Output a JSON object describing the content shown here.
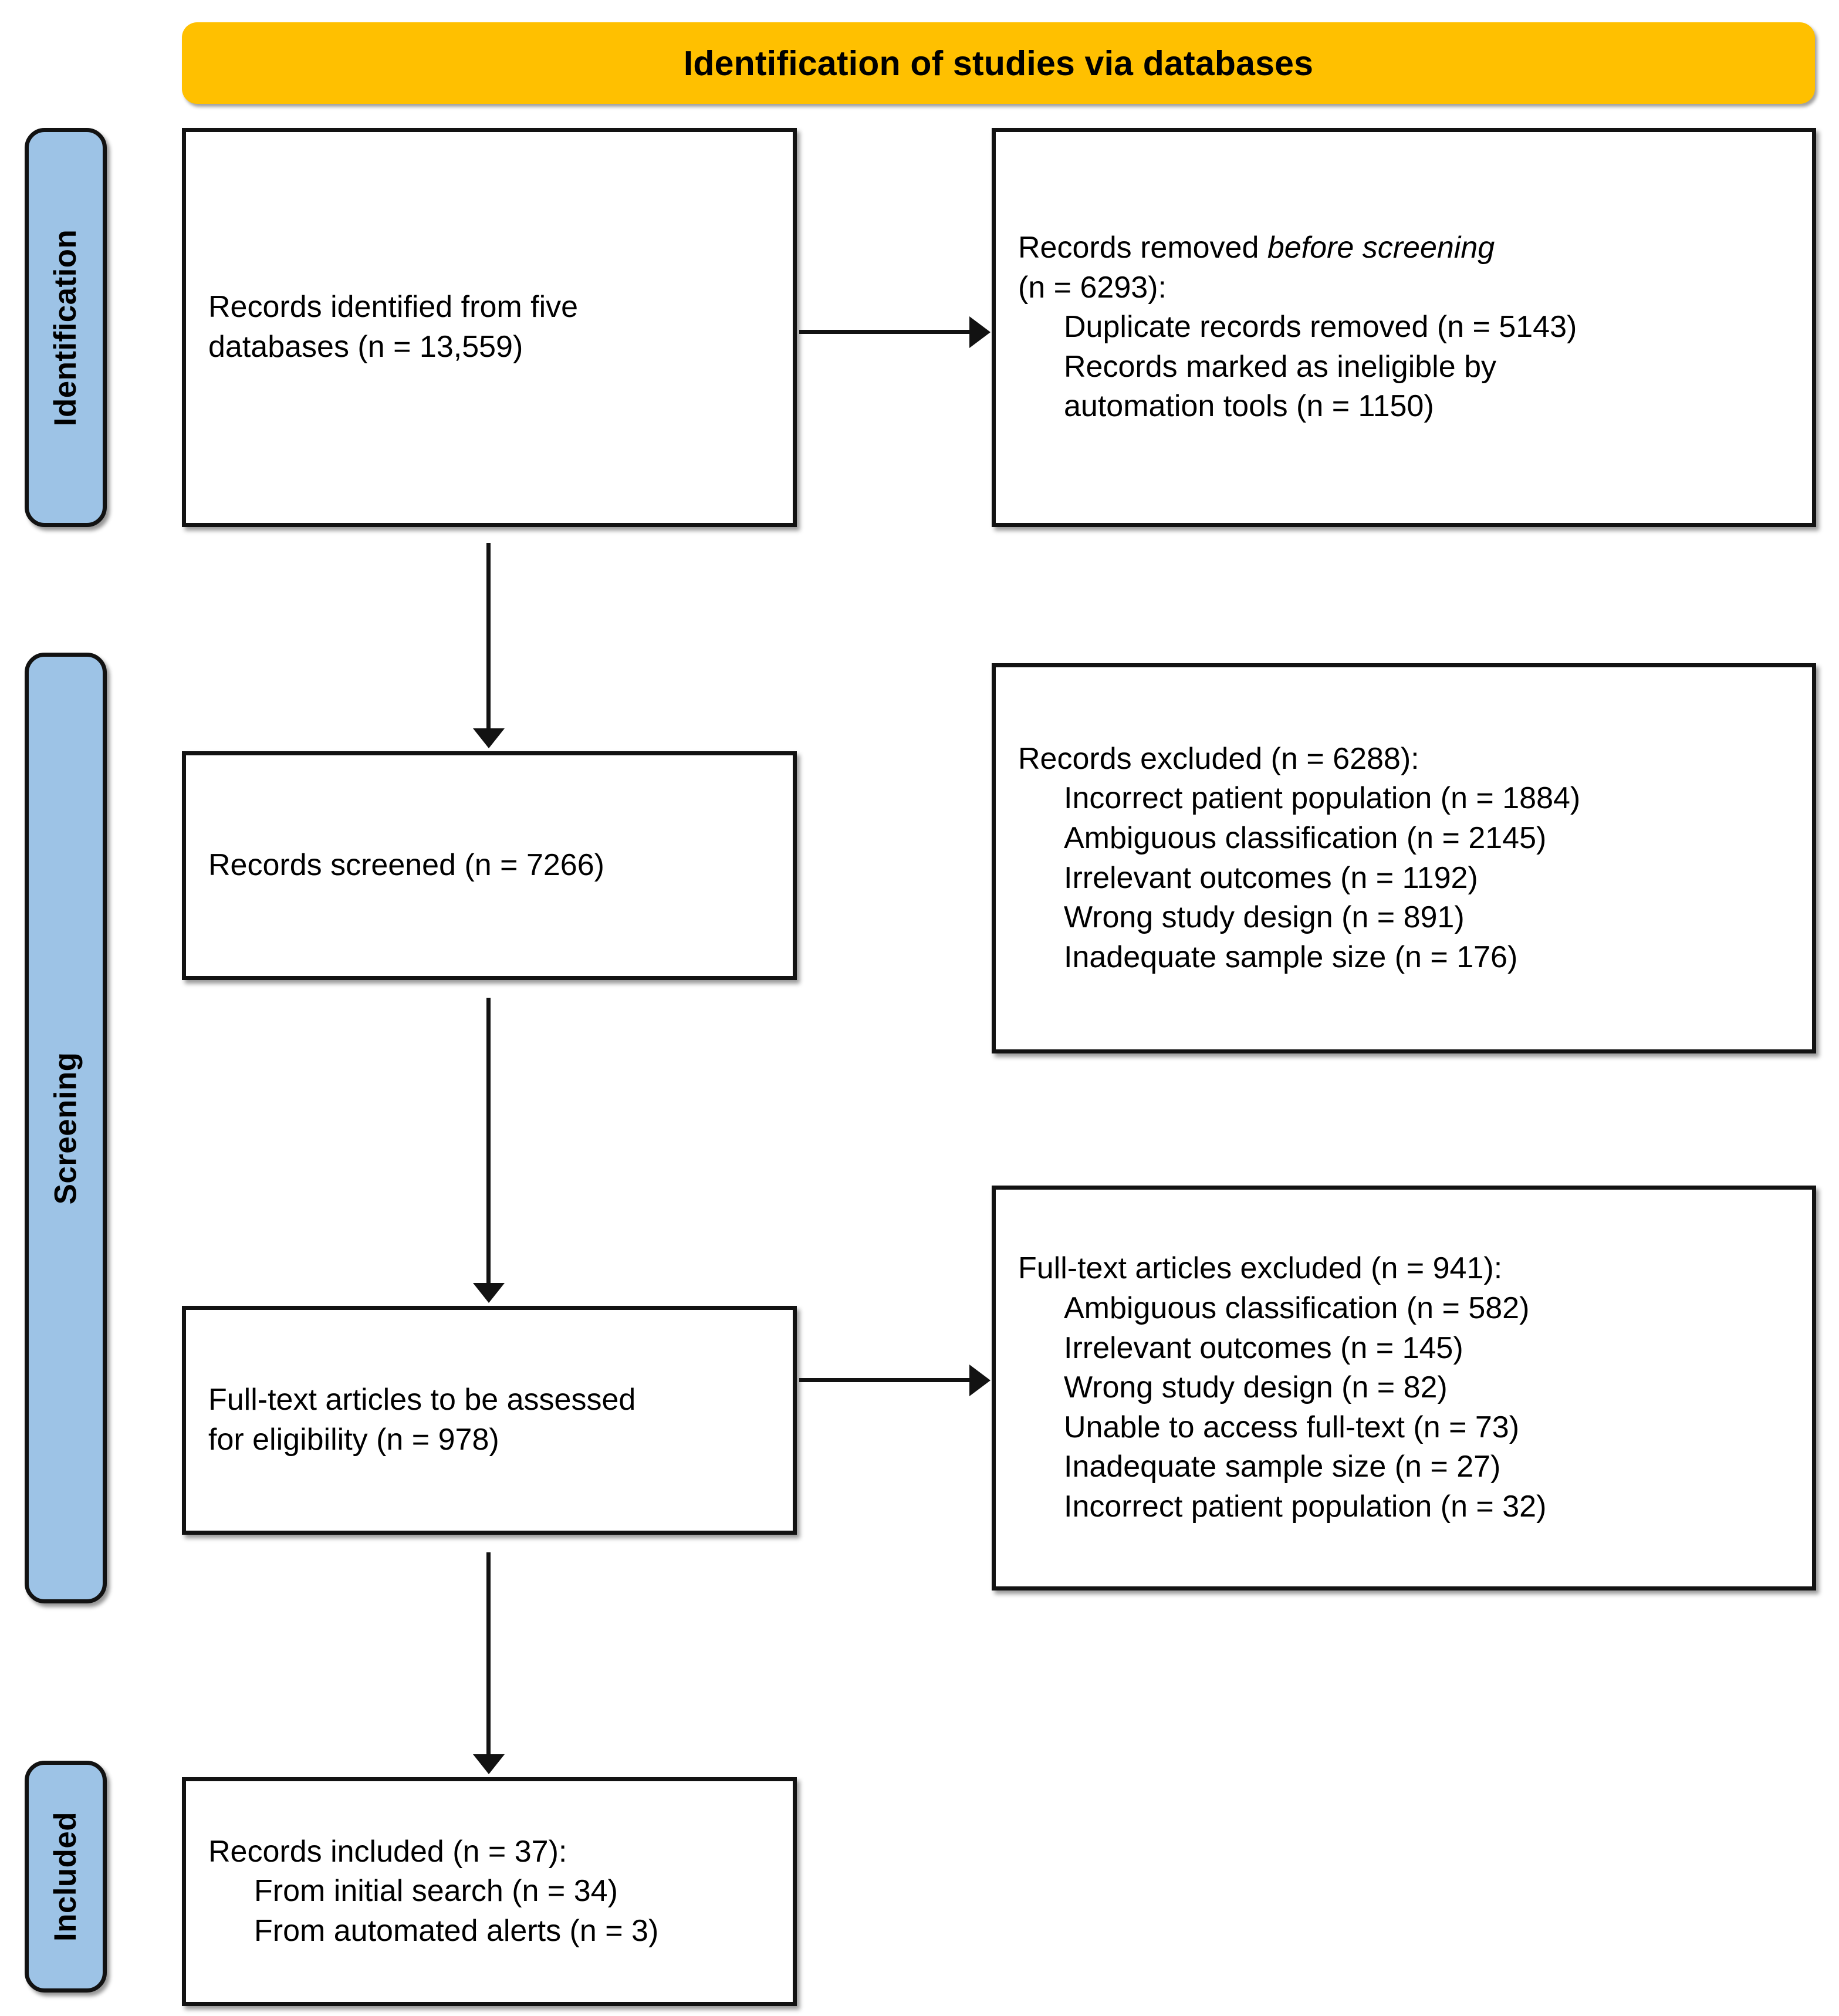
{
  "diagram": {
    "title": "Identification of studies via databases",
    "type": "prisma-flow-diagram"
  },
  "stages": [
    {
      "id": "identification",
      "label": "Identification"
    },
    {
      "id": "screening",
      "label": "Screening"
    },
    {
      "id": "included",
      "label": "Included"
    }
  ],
  "boxes": {
    "identified": {
      "line1": "Records identified from five",
      "line2": "databases (n = 13,559)",
      "n": 13559
    },
    "removed": {
      "line1_prefix": "Records removed ",
      "line1_italic": "before screening",
      "line2": "(n = 6293):",
      "item1": "Duplicate records removed  (n = 5143)",
      "item2a": "Records marked as ineligible by",
      "item2b": "automation tools (n = 1150)",
      "n": 6293
    },
    "screened": {
      "line1": "Records screened (n = 7266)",
      "n": 7266
    },
    "excluded": {
      "header": "Records excluded (n = 6288):",
      "item1": "Incorrect patient population (n = 1884)",
      "item2": "Ambiguous classification (n = 2145)",
      "item3": "Irrelevant outcomes (n = 1192)",
      "item4": "Wrong study design (n = 891)",
      "item5": "Inadequate sample size (n = 176)",
      "n": 6288
    },
    "fulltext": {
      "line1": "Full-text articles to be assessed",
      "line2": "for eligibility (n = 978)",
      "n": 978
    },
    "fulltext_excluded": {
      "header": "Full-text articles excluded (n = 941):",
      "item1": "Ambiguous classification (n = 582)",
      "item2": "Irrelevant outcomes (n = 145)",
      "item3": "Wrong study design (n = 82)",
      "item4": "Unable to access full-text (n = 73)",
      "item5": "Inadequate sample size (n = 27)",
      "item6": "Incorrect patient population (n = 32)",
      "n": 941
    },
    "included": {
      "header": "Records included (n = 37):",
      "item1": "From initial search (n = 34)",
      "item2": "From automated alerts (n = 3)",
      "n": 37
    }
  },
  "colors": {
    "banner": "#FFC000",
    "stage": "#9DC3E6",
    "border": "#121212",
    "box_fill": "#FFFFFF"
  }
}
